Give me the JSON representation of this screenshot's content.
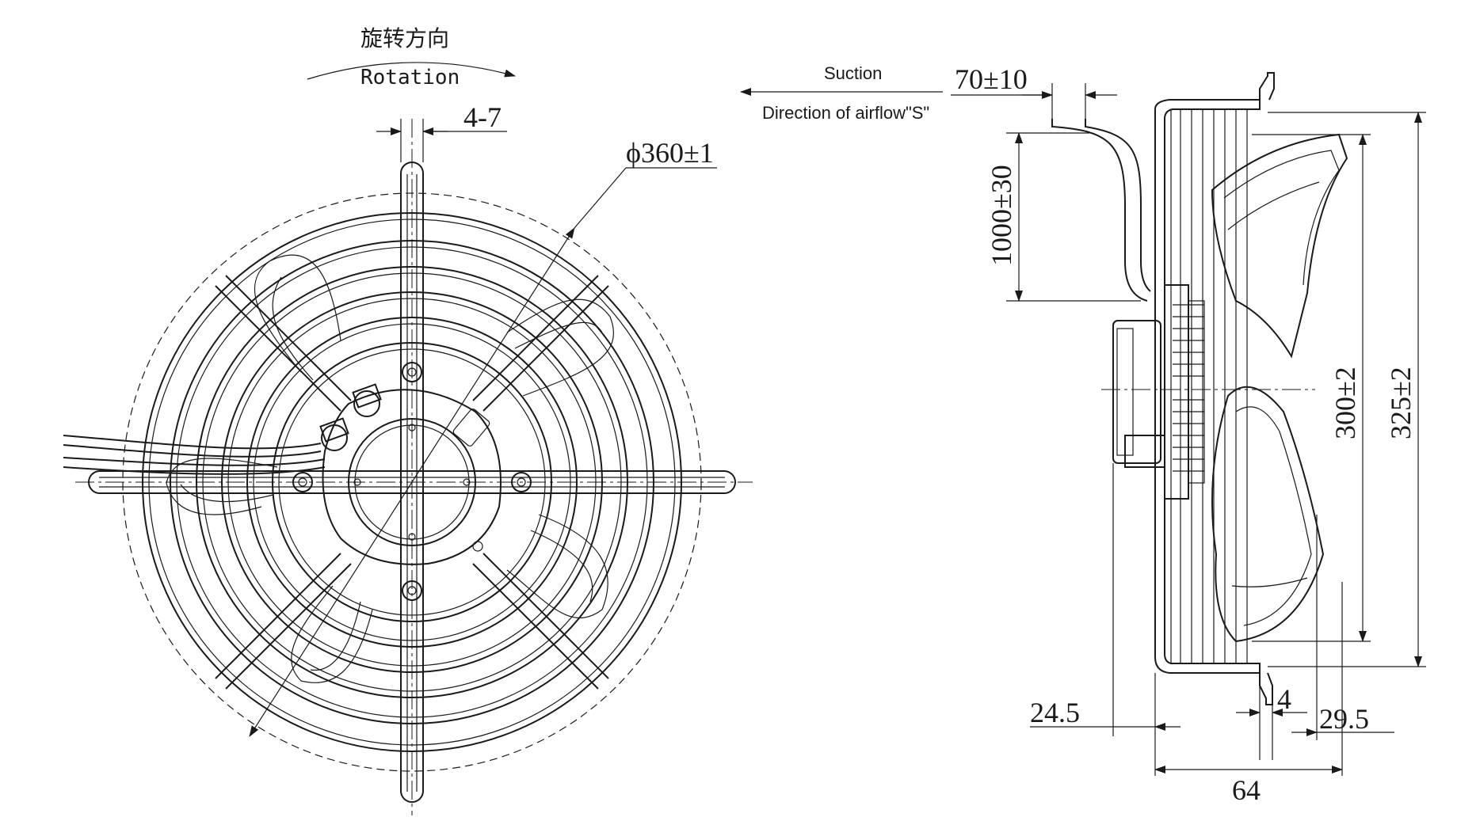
{
  "front_view": {
    "rotation_cn": "旋转方向",
    "rotation_en": "Rotation",
    "gap_dim": "4-7",
    "diameter_dim": "ϕ360±1"
  },
  "side_view": {
    "suction_label": "Suction",
    "airflow_label": "Direction of airflow\"S\"",
    "cable_offset_dim": "70±10",
    "cable_length_dim": "1000±30",
    "inner_height_dim": "300±2",
    "outer_height_dim": "325±2",
    "dim_24_5": "24.5",
    "dim_4": "4",
    "dim_29_5": "29.5",
    "dim_64": "64"
  },
  "colors": {
    "line": "#1a1a1a",
    "background": "#ffffff"
  }
}
